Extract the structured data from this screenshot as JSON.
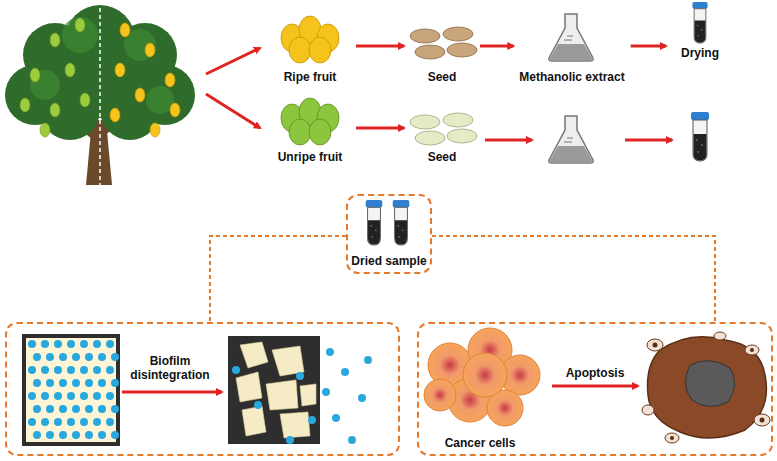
{
  "diagram": {
    "nodes": [
      {
        "text": [
          "Ripe fruit"
        ]
      },
      {
        "text": [
          "Seed"
        ]
      },
      {
        "text": [
          "Methanolic extract"
        ]
      },
      {
        "text": [
          "Drying"
        ]
      },
      {
        "text": [
          "Unripe fruit"
        ]
      },
      {
        "text": [
          "Seed"
        ]
      },
      {
        "text": [
          "Dried sample"
        ]
      },
      {
        "text": [
          "Biofilm disintegration"
        ]
      },
      {
        "text": [
          "Cancer cells",
          "Apoptosis"
        ]
      }
    ],
    "edges": [
      {
        "from": 0,
        "to": 1,
        "arrow": "to"
      },
      {
        "from": 1,
        "to": 2,
        "arrow": "to"
      },
      {
        "from": 2,
        "to": 3,
        "arrow": "to"
      },
      {
        "from": 4,
        "to": 5,
        "arrow": "to"
      },
      {
        "from": 6,
        "to": 7,
        "arrow": "none"
      },
      {
        "from": 6,
        "to": 8,
        "arrow": "none"
      }
    ]
  }
}
